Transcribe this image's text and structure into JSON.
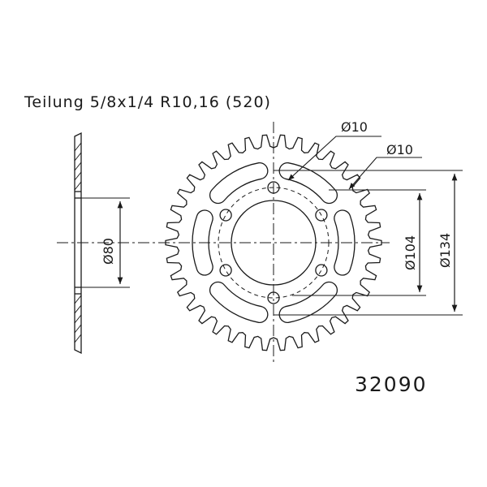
{
  "spec": {
    "pitch_label": "Teilung 5/8x1/4 R10,16 (520)"
  },
  "dimensions": {
    "hole_left": "Ø10",
    "hole_right": "Ø10",
    "bore": "Ø80",
    "bolt_circle": "Ø104",
    "outer": "Ø134"
  },
  "part_number": "32090",
  "colors": {
    "line": "#1a1a1a",
    "background": "#ffffff"
  }
}
